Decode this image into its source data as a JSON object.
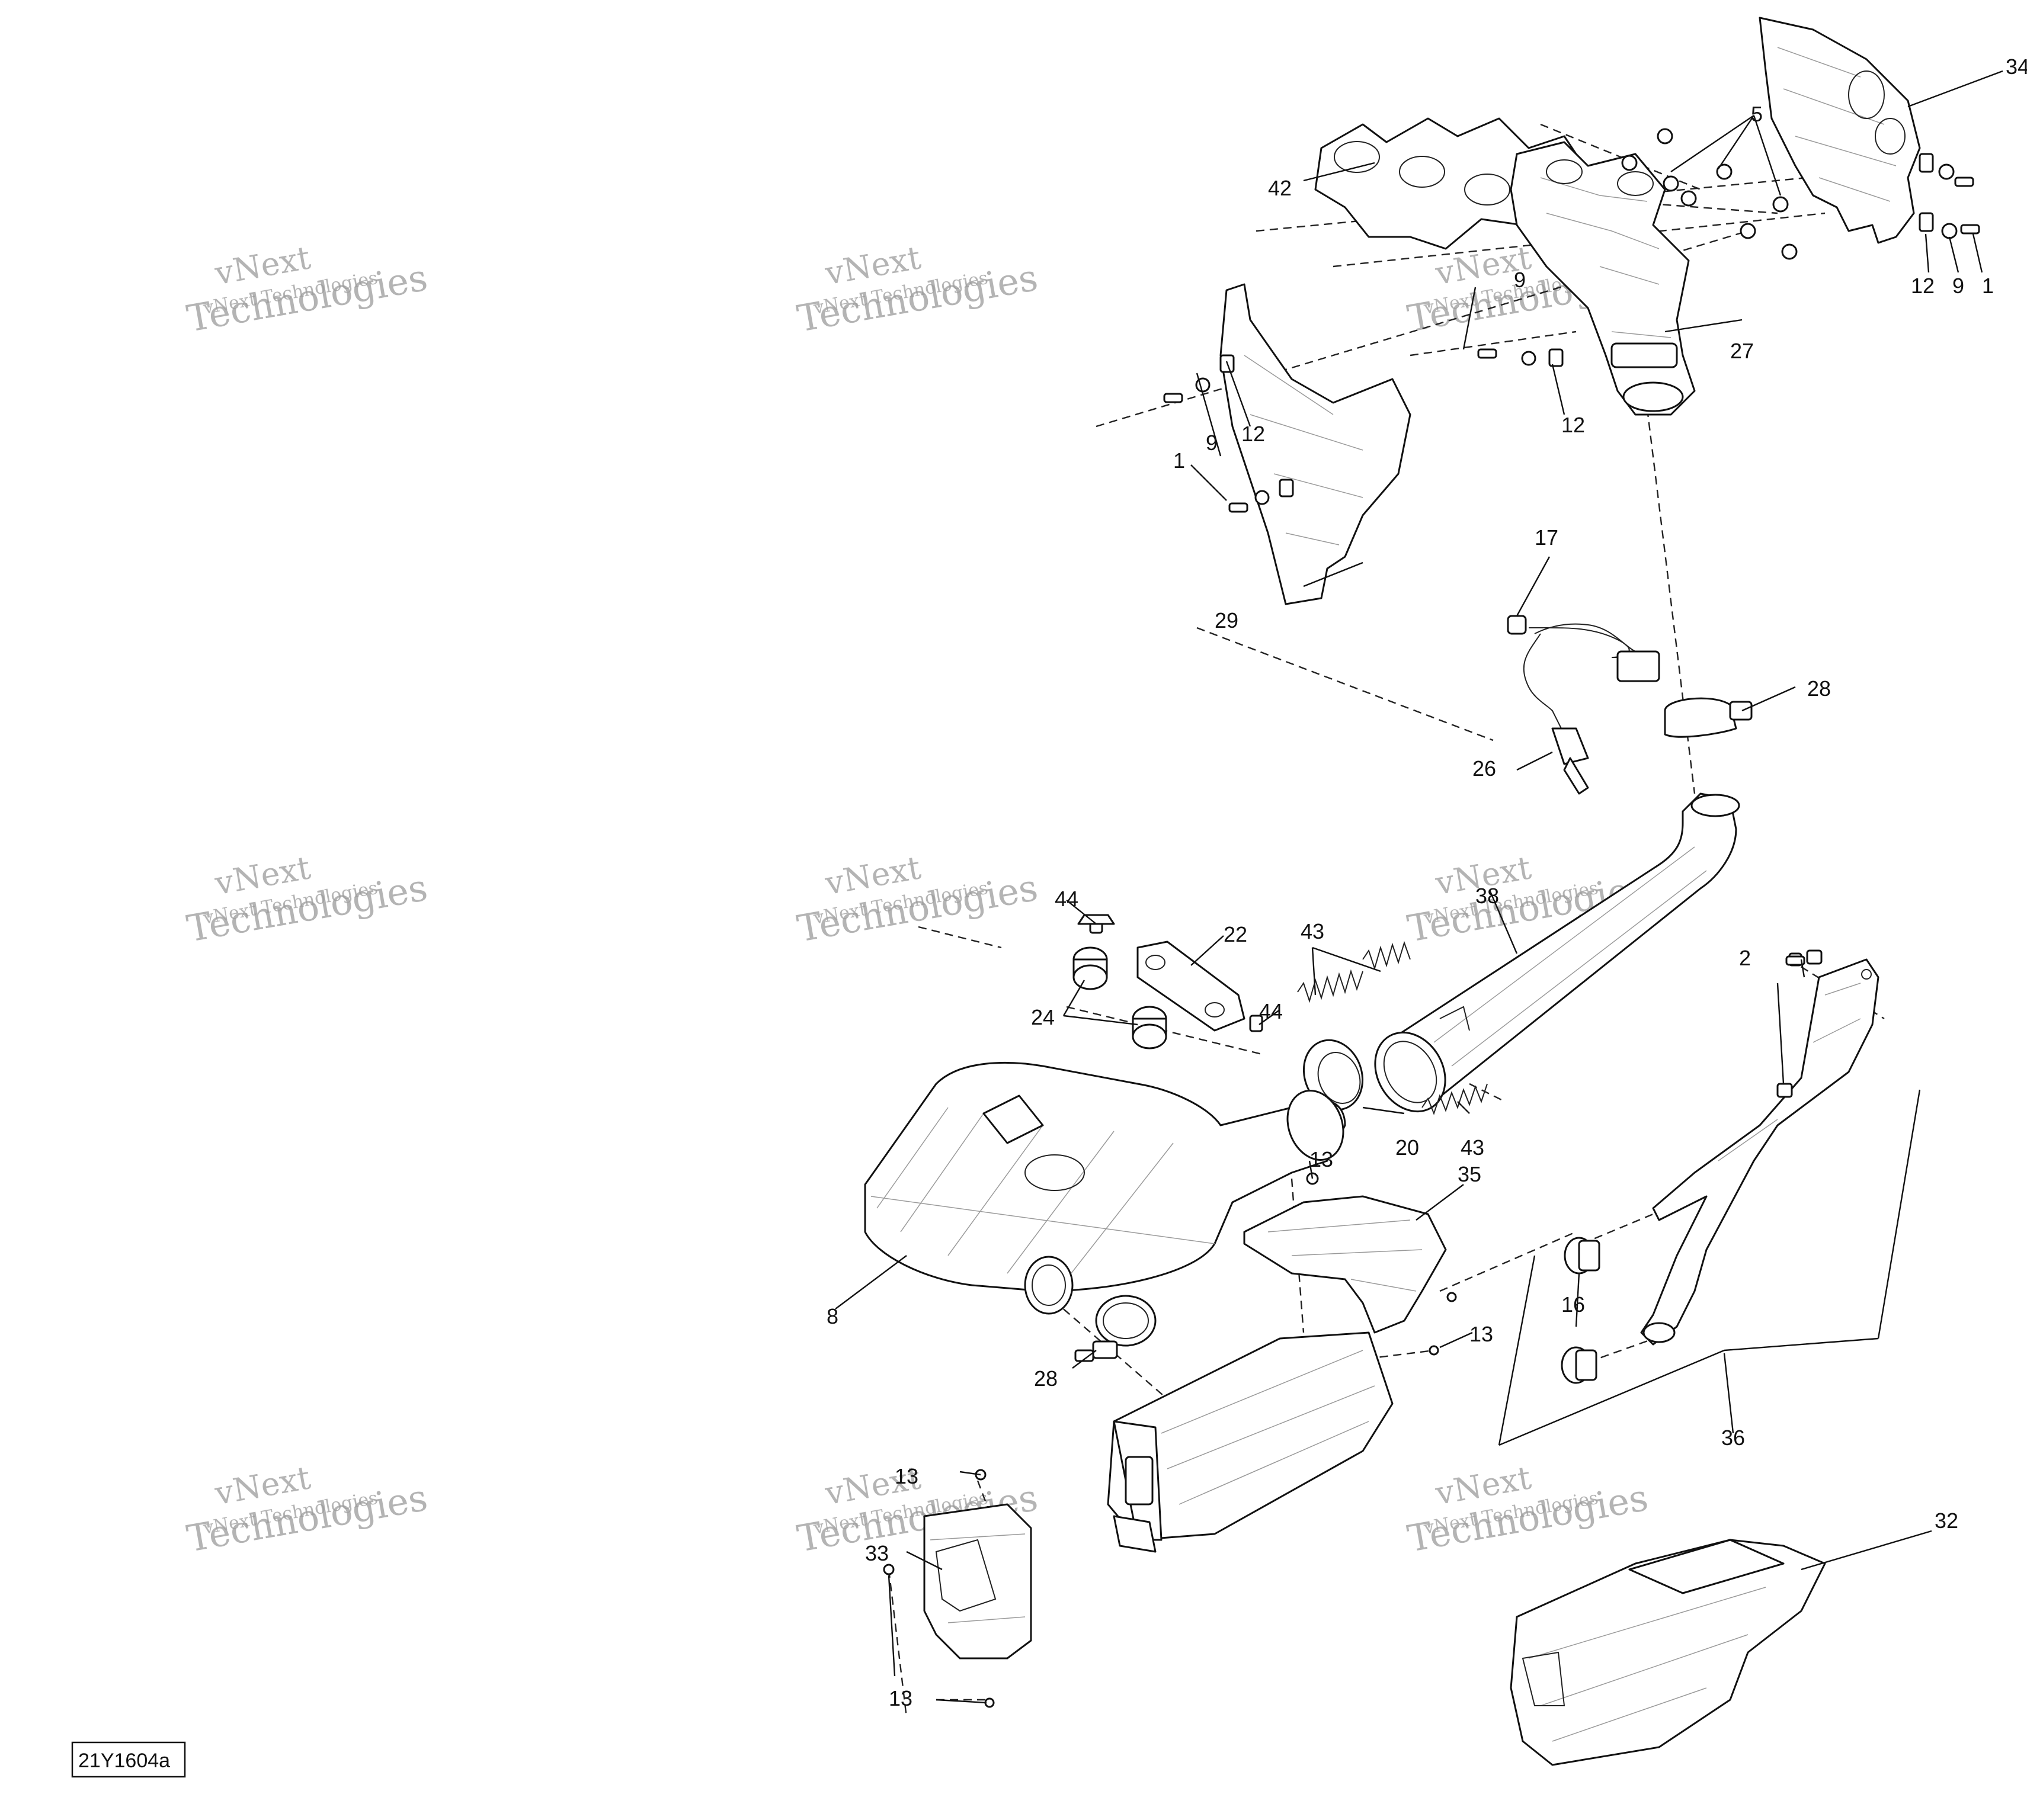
{
  "diagram_code": "21Y1604a",
  "watermark": {
    "line1": "vNext",
    "line2": "Technologies",
    "small": "vNext Technologies"
  },
  "callouts": {
    "c1a": "1",
    "c1b": "1",
    "c2": "2",
    "c5": "5",
    "c8": "8",
    "c9a": "9",
    "c9b": "9",
    "c9c": "9",
    "c12a": "12",
    "c12b": "12",
    "c12c": "12",
    "c13a": "13",
    "c13b": "13",
    "c13c": "13",
    "c13d": "13",
    "c16": "16",
    "c17": "17",
    "c20": "20",
    "c22": "22",
    "c24": "24",
    "c26": "26",
    "c27": "27",
    "c28a": "28",
    "c28b": "28",
    "c29": "29",
    "c32": "32",
    "c33": "33",
    "c34": "34",
    "c35": "35",
    "c36": "36",
    "c38": "38",
    "c42": "42",
    "c43a": "43",
    "c43b": "43",
    "c44a": "44",
    "c44b": "44"
  }
}
